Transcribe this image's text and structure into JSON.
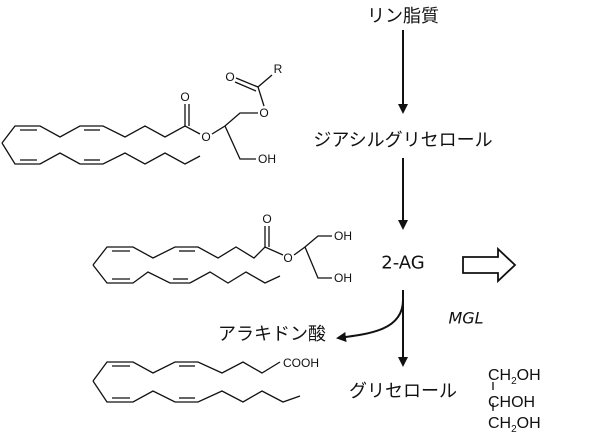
{
  "steps": {
    "phospholipid": "リン脂質",
    "diacylglycerol": "ジアシルグリセロール",
    "two_ag": "2-AG",
    "arachidonic_acid": "アラキドン酸",
    "glycerol": "グリセロール"
  },
  "enzyme": "MGL",
  "atoms": {
    "oxygen": "O",
    "r_group": "R",
    "hydroxyl": "OH",
    "carboxyl": "COOH"
  },
  "glycerol_formula": {
    "line1_a": "CH",
    "line1_sub": "2",
    "line1_b": "OH",
    "line2": "CHOH",
    "line3_a": "CH",
    "line3_sub": "2",
    "line3_b": "OH"
  },
  "colors": {
    "ink": "#111111",
    "background": "#ffffff"
  }
}
